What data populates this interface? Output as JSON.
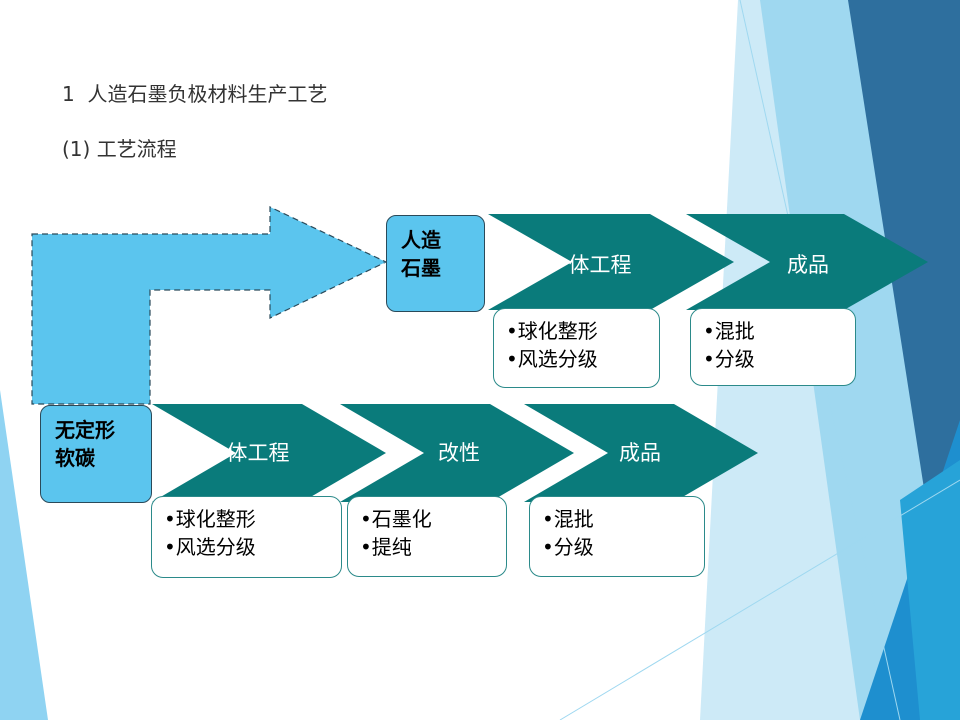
{
  "heading": {
    "line1": "1  人造石墨负极材料生产工艺",
    "line2": "(1) 工艺流程"
  },
  "colors": {
    "chevron": "#0a7b7b",
    "box": "#5bc5ee",
    "arrow": "#5bc5ee",
    "bg_dark": "#2e6f9e",
    "bg_light": "#8fd3f2"
  },
  "upper_row": {
    "start_box": [
      "人造",
      "石墨"
    ],
    "chevrons": [
      "体工程",
      "成品"
    ],
    "details": [
      [
        "•球化整形",
        "•风选分级"
      ],
      [
        "•混批",
        "•分级"
      ]
    ]
  },
  "lower_row": {
    "start_box": [
      "无定形",
      "软碳"
    ],
    "chevrons": [
      "体工程",
      "改性",
      "成品"
    ],
    "details": [
      [
        "•球化整形",
        "•风选分级"
      ],
      [
        "•石墨化",
        "•提纯"
      ],
      [
        "•混批",
        "•分级"
      ]
    ]
  }
}
